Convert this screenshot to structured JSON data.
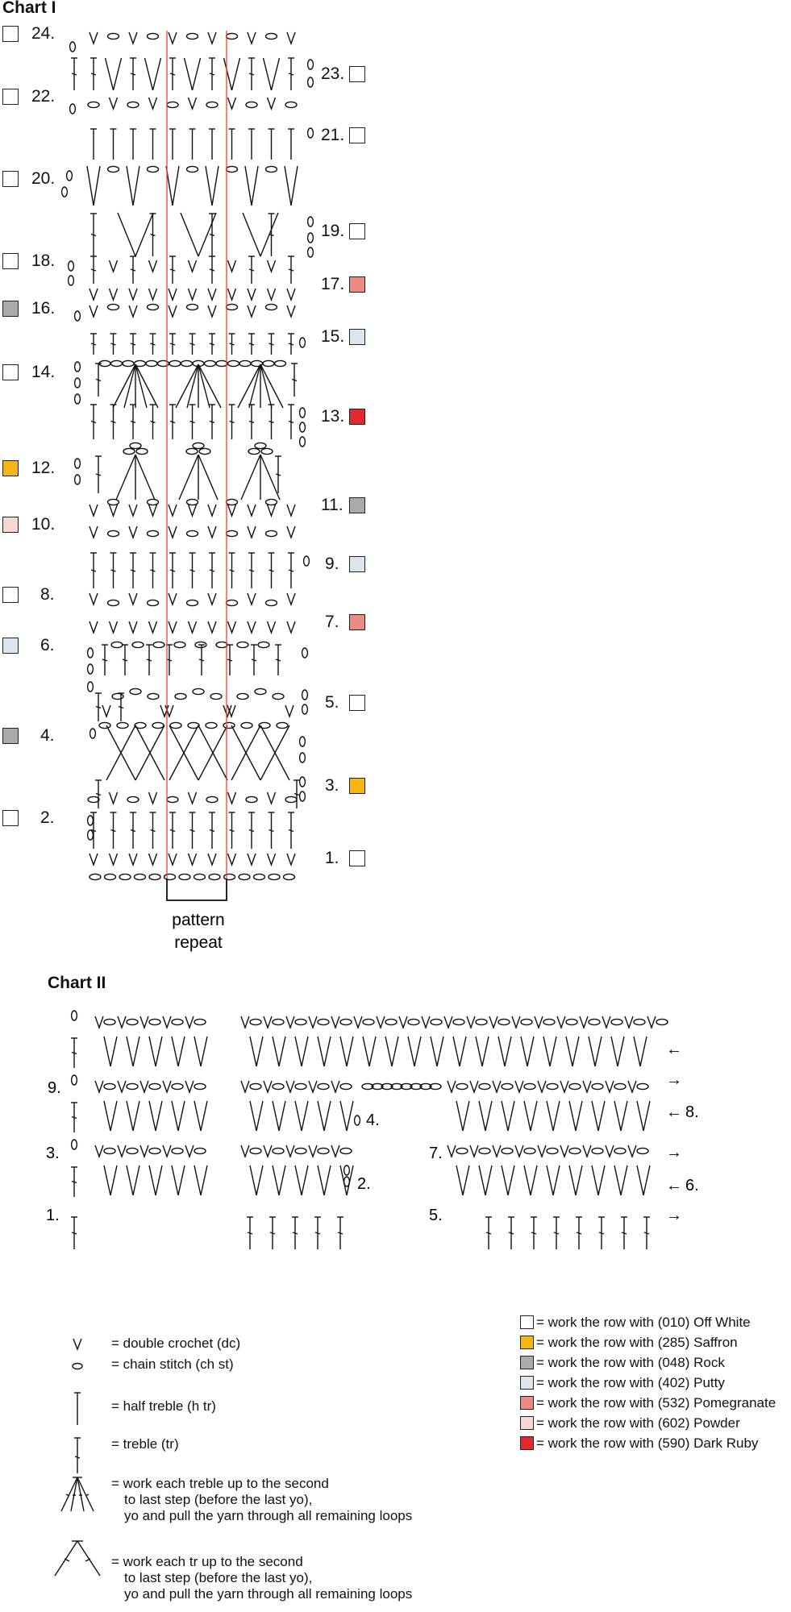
{
  "colors": {
    "off_white": "#ffffff",
    "saffron": "#f6b716",
    "rock": "#ababab",
    "putty": "#dbe6ee",
    "pomegranate": "#ec8a86",
    "powder": "#f8d8d2",
    "dark_ruby": "#e02a30",
    "repeat_line": "#e8432f"
  },
  "chart1": {
    "title": "Chart I",
    "pattern_repeat_line1": "pattern",
    "pattern_repeat_line2": "repeat",
    "left_rows": [
      {
        "label": "24.",
        "color": "off_white"
      },
      {
        "label": "22.",
        "color": "off_white"
      },
      {
        "label": "20.",
        "color": "off_white"
      },
      {
        "label": "18.",
        "color": "off_white"
      },
      {
        "label": "16.",
        "color": "rock"
      },
      {
        "label": "14.",
        "color": "off_white"
      },
      {
        "label": "12.",
        "color": "saffron"
      },
      {
        "label": "10.",
        "color": "powder"
      },
      {
        "label": "8.",
        "color": "off_white"
      },
      {
        "label": "6.",
        "color": "putty"
      },
      {
        "label": "4.",
        "color": "rock"
      },
      {
        "label": "2.",
        "color": "off_white"
      }
    ],
    "right_rows": [
      {
        "label": "23.",
        "color": "off_white"
      },
      {
        "label": "21.",
        "color": "off_white"
      },
      {
        "label": "19.",
        "color": "off_white"
      },
      {
        "label": "17.",
        "color": "pomegranate"
      },
      {
        "label": "15.",
        "color": "putty"
      },
      {
        "label": "13.",
        "color": "dark_ruby"
      },
      {
        "label": "11.",
        "color": "rock"
      },
      {
        "label": "9.",
        "color": "putty"
      },
      {
        "label": "7.",
        "color": "pomegranate"
      },
      {
        "label": "5.",
        "color": "off_white"
      },
      {
        "label": "3.",
        "color": "saffron"
      },
      {
        "label": "1.",
        "color": "off_white"
      }
    ]
  },
  "chart2": {
    "title": "Chart II",
    "labels": {
      "r9": "9.",
      "r3": "3.",
      "r1": "1.",
      "r4": "4.",
      "r2": "2.",
      "r7": "7.",
      "r5": "5.",
      "r8": "8.",
      "r6": "6."
    },
    "arrows": {
      "a1": "←",
      "a2": "→",
      "a3": "←",
      "a4": "→",
      "a5": "←",
      "a6": "→"
    }
  },
  "legend": {
    "symbols": [
      {
        "icon": "double-crochet",
        "text": "= double crochet (dc)"
      },
      {
        "icon": "chain-stitch",
        "text": "= chain stitch (ch st)"
      },
      {
        "icon": "half-treble",
        "text": "= half treble (h tr)"
      },
      {
        "icon": "treble",
        "text": "= treble (tr)"
      },
      {
        "icon": "cluster-fan",
        "lines": [
          "= work each treble up to the second",
          "to last step (before the last yo),",
          "yo and pull the yarn through all remaining loops"
        ]
      },
      {
        "icon": "cluster-inverted-v",
        "lines": [
          "= work each tr up to the second",
          "to last step (before the last yo),",
          "yo and pull the yarn through all remaining loops"
        ]
      }
    ],
    "colors": [
      {
        "color": "off_white",
        "text": "= work the row with (010) Off White"
      },
      {
        "color": "saffron",
        "text": "= work the row with (285) Saffron"
      },
      {
        "color": "rock",
        "text": "= work the row with (048) Rock"
      },
      {
        "color": "putty",
        "text": "= work the row with (402) Putty"
      },
      {
        "color": "pomegranate",
        "text": "= work the row with (532) Pomegranate"
      },
      {
        "color": "powder",
        "text": "= work the row with (602) Powder"
      },
      {
        "color": "dark_ruby",
        "text": "= work the row with (590) Dark Ruby"
      }
    ]
  }
}
